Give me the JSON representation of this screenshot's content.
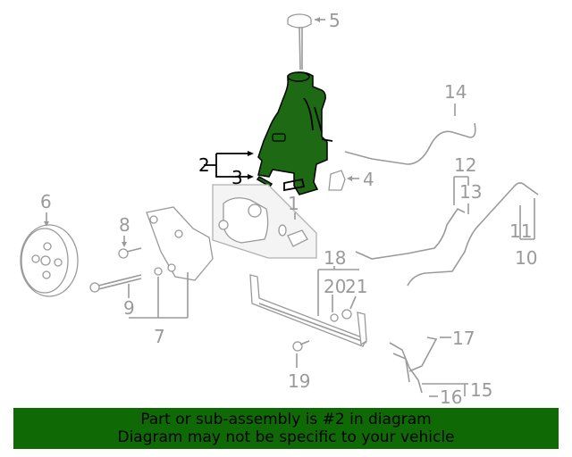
{
  "diagram": {
    "highlight_color": "#1e6a14",
    "line_color": "#9a9a9a",
    "callouts": [
      {
        "id": "1",
        "label": "1"
      },
      {
        "id": "2",
        "label": "2",
        "highlighted": true
      },
      {
        "id": "3",
        "label": "3",
        "highlighted": true
      },
      {
        "id": "4",
        "label": "4"
      },
      {
        "id": "5",
        "label": "5"
      },
      {
        "id": "6",
        "label": "6"
      },
      {
        "id": "7",
        "label": "7"
      },
      {
        "id": "8",
        "label": "8"
      },
      {
        "id": "9",
        "label": "9"
      },
      {
        "id": "10",
        "label": "10"
      },
      {
        "id": "11",
        "label": "11"
      },
      {
        "id": "12",
        "label": "12"
      },
      {
        "id": "13",
        "label": "13"
      },
      {
        "id": "14",
        "label": "14"
      },
      {
        "id": "15",
        "label": "15"
      },
      {
        "id": "16",
        "label": "16"
      },
      {
        "id": "17",
        "label": "17"
      },
      {
        "id": "18",
        "label": "18"
      },
      {
        "id": "19",
        "label": "19"
      },
      {
        "id": "20",
        "label": "20"
      },
      {
        "id": "21",
        "label": "21"
      }
    ]
  },
  "banner": {
    "line1": "Part or sub-assembly is #2 in diagram",
    "line2": "Diagram may not be specific to your vehicle",
    "background": "#0f6a06"
  }
}
